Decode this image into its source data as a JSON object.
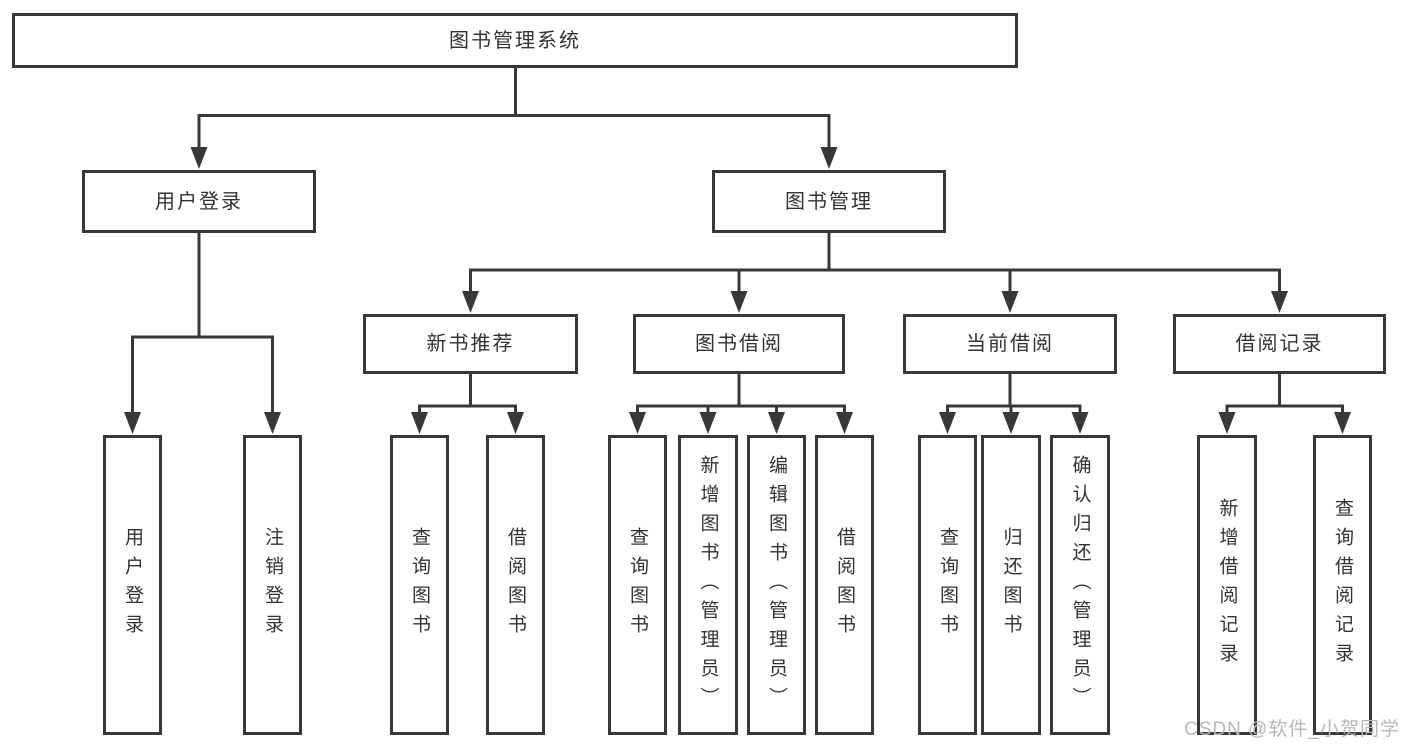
{
  "diagram": {
    "root": "图书管理系统",
    "branches": [
      {
        "label": "用户登录",
        "children": [
          "用户登录",
          "注销登录"
        ]
      },
      {
        "label": "图书管理",
        "sections": [
          {
            "label": "新书推荐",
            "children": [
              "查询图书",
              "借阅图书"
            ]
          },
          {
            "label": "图书借阅",
            "children": [
              "查询图书",
              "新增图书（管理员）",
              "编辑图书（管理员）",
              "借阅图书"
            ]
          },
          {
            "label": "当前借阅",
            "children": [
              "查询图书",
              "归还图书",
              "确认归还（管理员）"
            ]
          },
          {
            "label": "借阅记录",
            "children": [
              "新增借阅记录",
              "查询借阅记录"
            ]
          }
        ]
      }
    ]
  },
  "watermark": "CSDN @软件_小贺同学",
  "colors": {
    "line": "#383838",
    "text": "#333333",
    "watermark": "#b8b8b8",
    "background": "#ffffff"
  }
}
